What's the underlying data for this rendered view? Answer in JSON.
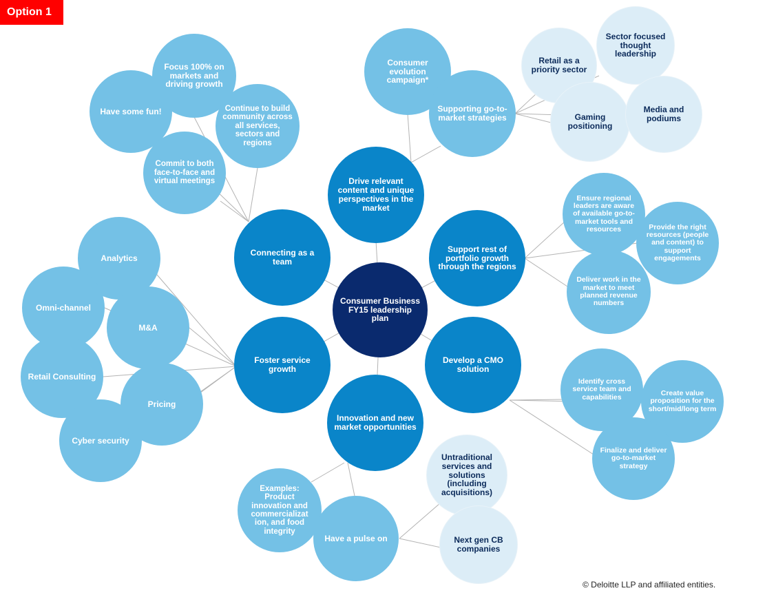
{
  "option_label": "Option 1",
  "colors": {
    "option_tag": "#ff0000",
    "center": "#0a2a6e",
    "primary": "#0a85c9",
    "secondary": "#74c1e6",
    "tertiary": "#dcedf7",
    "primary_text": "#ffffff",
    "tertiary_text": "#0b2a5a",
    "connector": "#b3b3b3"
  },
  "center": "Consumer Business FY15 leadership plan",
  "branches": {
    "drive": "Drive relevant content and unique perspectives in the market",
    "support": "Support rest of portfolio growth through the regions",
    "cmo": "Develop a CMO solution",
    "innovation": "Innovation and new market opportunities",
    "foster": "Foster service growth",
    "connecting": "Connecting as a team"
  },
  "drive_items": {
    "consumer_evolution": "Consumer evolution campaign*",
    "supporting_gtm": "Supporting go-to-market strategies"
  },
  "gtm_items": {
    "retail_priority": "Retail as a priority sector",
    "sector_thought": "Sector focused thought leadership",
    "gaming": "Gaming positioning",
    "media": "Media and podiums"
  },
  "support_items": {
    "ensure_regional": "Ensure regional leaders are aware of available go-to-market tools and resources",
    "provide_resources": "Provide the right resources (people and content) to support engagements",
    "deliver_work": "Deliver work in the market to meet planned revenue numbers"
  },
  "cmo_items": {
    "identify_cross": "Identify cross service team and capabilities",
    "create_value": "Create value proposition for the short/mid/long term",
    "finalize": "Finalize and deliver go-to-market strategy"
  },
  "innovation_items": {
    "examples": "Examples: Product innovation and commercializat ion, and food integrity",
    "pulse": "Have a pulse on"
  },
  "pulse_items": {
    "untraditional": "Untraditional services and solutions (including acquisitions)",
    "next_gen": "Next gen CB companies"
  },
  "foster_items": {
    "analytics": "Analytics",
    "omni": "Omni-channel",
    "ma": "M&A",
    "retail_consulting": "Retail Consulting",
    "pricing": "Pricing",
    "cyber": "Cyber security"
  },
  "connecting_items": {
    "have_fun": "Have some fun!",
    "focus": "Focus 100% on markets and driving growth",
    "community": "Continue to build community across all services, sectors and regions",
    "commit": "Commit to both face-to-face and virtual meetings"
  },
  "copyright": "© Deloitte LLP and affiliated entities."
}
